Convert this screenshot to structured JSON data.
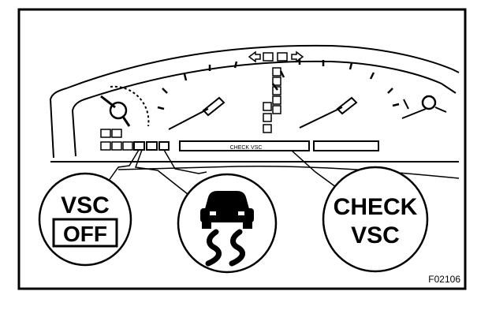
{
  "figure_id": "F02106",
  "cluster": {
    "strip_label": "CHECK VSC"
  },
  "callouts": [
    {
      "id": "vsc-off",
      "line1": "VSC",
      "line2": "OFF"
    },
    {
      "id": "slip",
      "icon": "skidding-car-icon"
    },
    {
      "id": "check-vsc",
      "line1": "CHECK",
      "line2": "VSC"
    }
  ]
}
